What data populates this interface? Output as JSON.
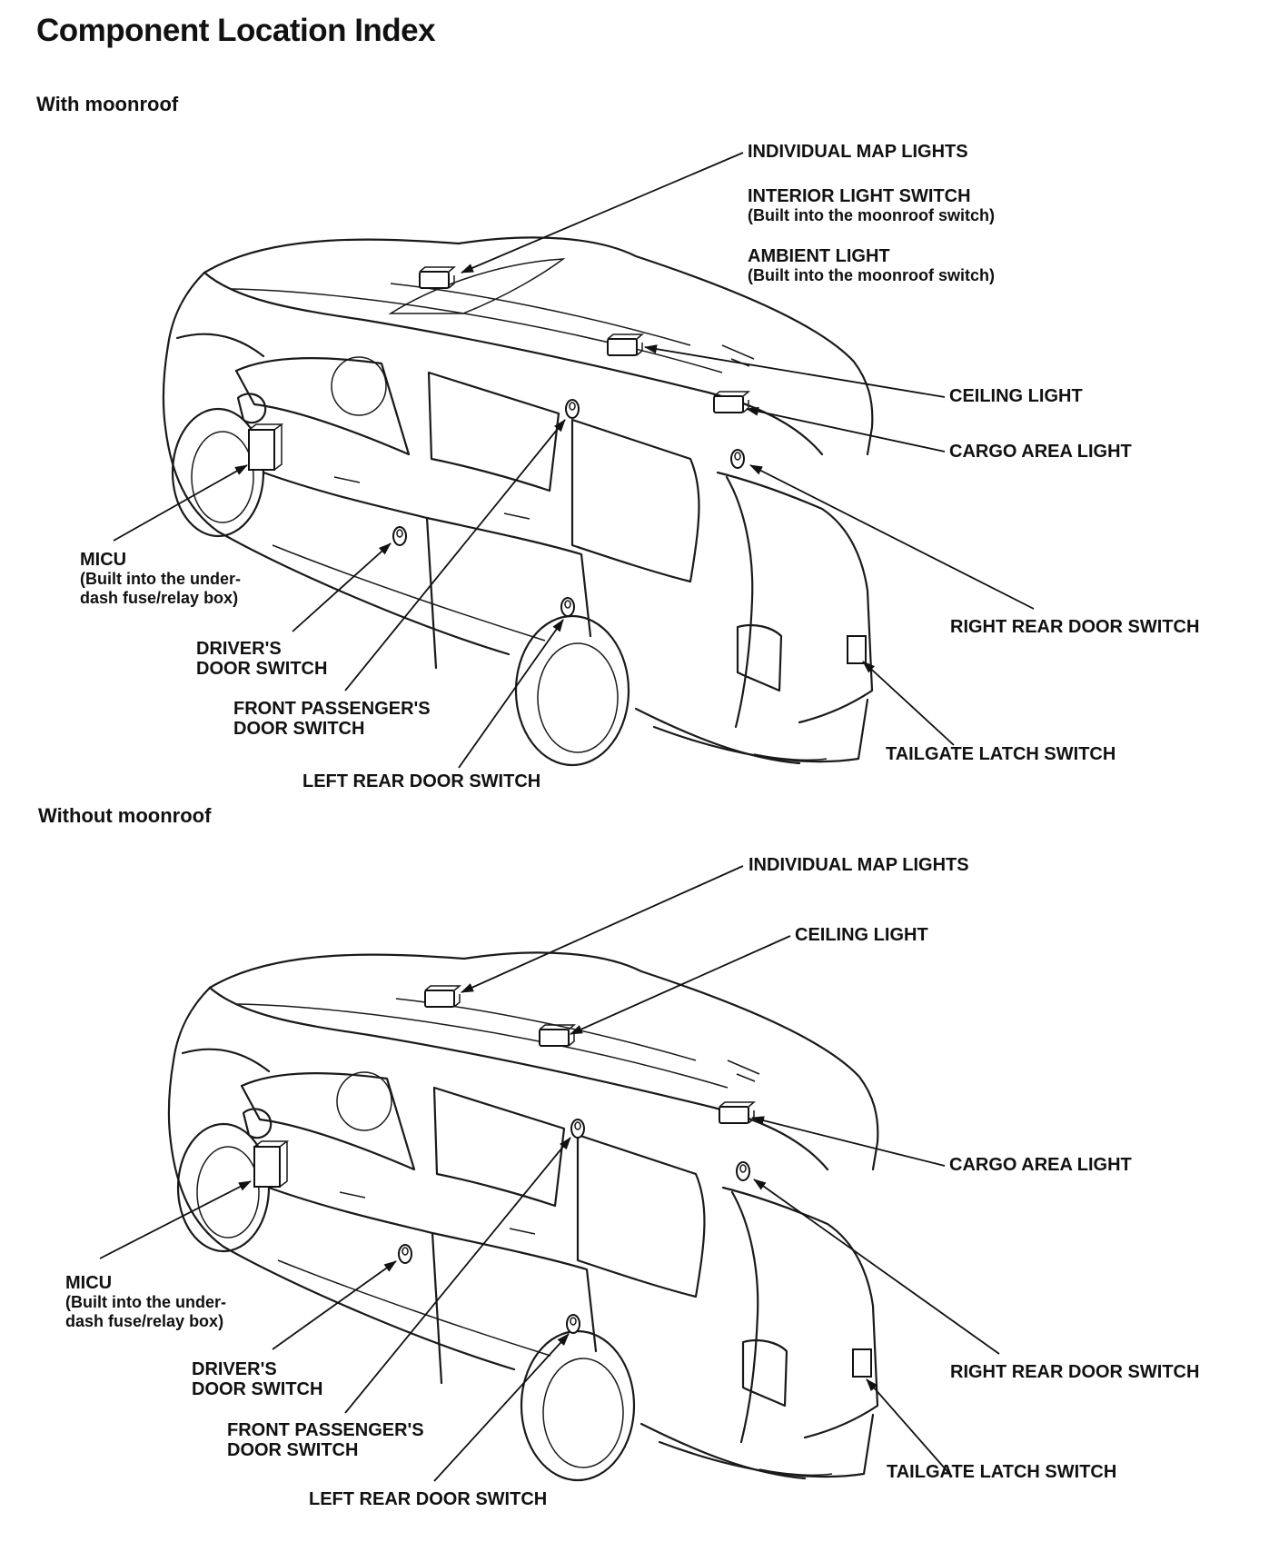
{
  "page": {
    "title": "Component Location Index"
  },
  "sections": [
    {
      "id": "with-moonroof",
      "heading": "With moonroof",
      "labels": {
        "individual_map_lights": "INDIVIDUAL MAP LIGHTS",
        "interior_light_switch": [
          "INTERIOR LIGHT SWITCH",
          "(Built into the moonroof switch)"
        ],
        "ambient_light": [
          "AMBIENT LIGHT",
          "(Built into the moonroof switch)"
        ],
        "ceiling_light": "CEILING LIGHT",
        "cargo_area_light": "CARGO AREA LIGHT",
        "right_rear_door_switch": "RIGHT REAR DOOR SWITCH",
        "tailgate_latch_switch": "TAILGATE LATCH SWITCH",
        "left_rear_door_switch": "LEFT REAR DOOR SWITCH",
        "front_passengers_door_switch": [
          "FRONT PASSENGER'S",
          "DOOR SWITCH"
        ],
        "drivers_door_switch": [
          "DRIVER'S",
          "DOOR SWITCH"
        ],
        "micu": [
          "MICU",
          "(Built into the under-",
          "dash fuse/relay box)"
        ]
      }
    },
    {
      "id": "without-moonroof",
      "heading": "Without moonroof",
      "labels": {
        "individual_map_lights": "INDIVIDUAL MAP LIGHTS",
        "ceiling_light": "CEILING LIGHT",
        "cargo_area_light": "CARGO AREA LIGHT",
        "right_rear_door_switch": "RIGHT REAR DOOR SWITCH",
        "tailgate_latch_switch": "TAILGATE LATCH SWITCH",
        "left_rear_door_switch": "LEFT REAR DOOR SWITCH",
        "front_passengers_door_switch": [
          "FRONT PASSENGER'S",
          "DOOR SWITCH"
        ],
        "drivers_door_switch": [
          "DRIVER'S",
          "DOOR SWITCH"
        ],
        "micu": [
          "MICU",
          "(Built into the under-",
          "dash fuse/relay box)"
        ]
      }
    }
  ]
}
